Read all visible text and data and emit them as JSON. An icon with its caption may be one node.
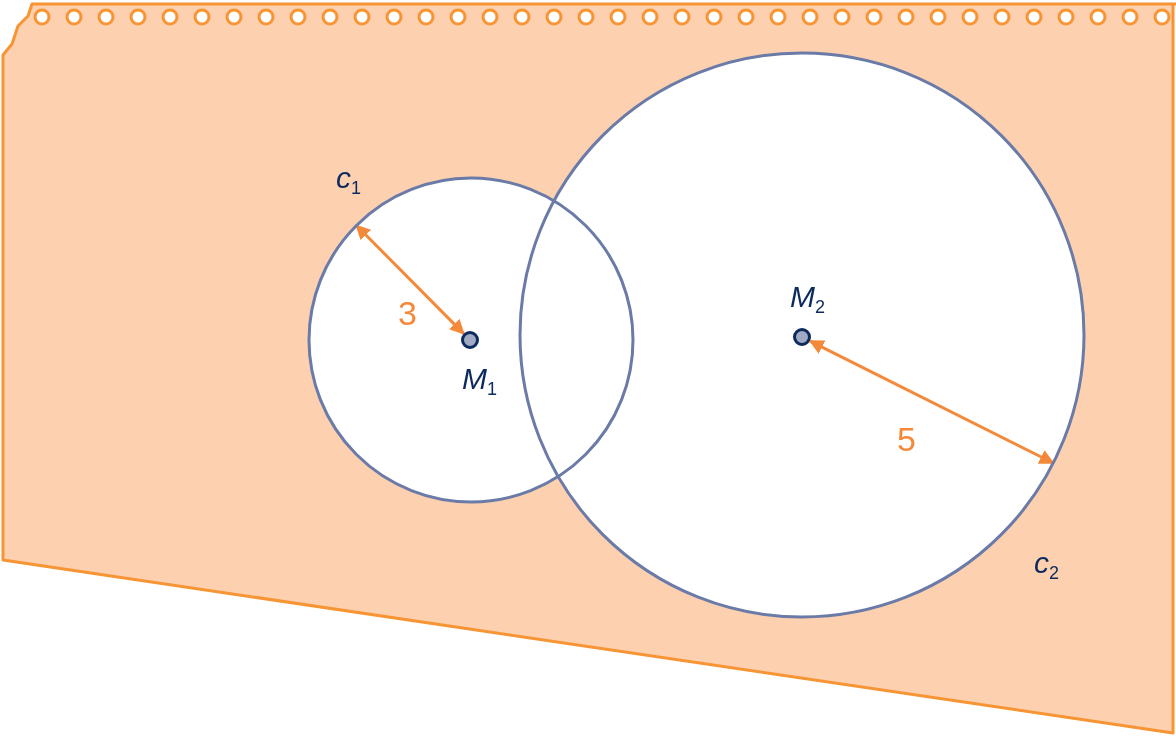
{
  "diagram": {
    "nodes": [
      {
        "text": [
          "*c*$_{1}$"
        ]
      },
      {
        "text": [
          "*c*$_{2}$"
        ]
      },
      {
        "text": [
          "*M*$_{1}$"
        ],
        "in": 0
      },
      {
        "text": [
          "*M*$_{2}$"
        ],
        "in": 1
      }
    ],
    "edges": [
      {
        "from": 0,
        "to": 2,
        "arrow": "both",
        "label": "3"
      },
      {
        "from": 1,
        "to": 3,
        "arrow": "both",
        "label": "5"
      }
    ]
  }
}
